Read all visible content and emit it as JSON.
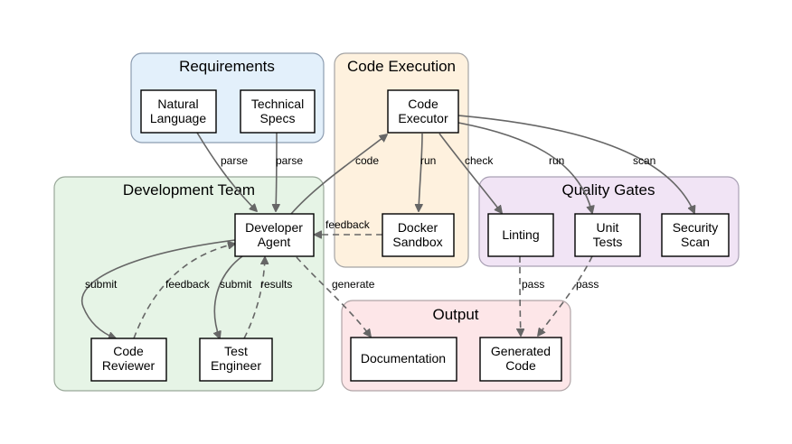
{
  "clusters": [
    {
      "id": "requirements",
      "label": "Requirements",
      "fill": "#e3f0fb"
    },
    {
      "id": "code_execution",
      "label": "Code Execution",
      "fill": "#fef1de"
    },
    {
      "id": "development_team",
      "label": "Development Team",
      "fill": "#e6f4e6"
    },
    {
      "id": "quality_gates",
      "label": "Quality Gates",
      "fill": "#f1e4f5"
    },
    {
      "id": "output",
      "label": "Output",
      "fill": "#fde6e8"
    }
  ],
  "nodes": {
    "natural_language": {
      "line1": "Natural",
      "line2": "Language"
    },
    "technical_specs": {
      "line1": "Technical",
      "line2": "Specs"
    },
    "code_executor": {
      "line1": "Code",
      "line2": "Executor"
    },
    "docker_sandbox": {
      "line1": "Docker",
      "line2": "Sandbox"
    },
    "developer_agent": {
      "line1": "Developer",
      "line2": "Agent"
    },
    "code_reviewer": {
      "line1": "Code",
      "line2": "Reviewer"
    },
    "test_engineer": {
      "line1": "Test",
      "line2": "Engineer"
    },
    "linting": {
      "line1": "Linting"
    },
    "unit_tests": {
      "line1": "Unit",
      "line2": "Tests"
    },
    "security_scan": {
      "line1": "Security",
      "line2": "Scan"
    },
    "documentation": {
      "line1": "Documentation"
    },
    "generated_code": {
      "line1": "Generated",
      "line2": "Code"
    }
  },
  "edges": [
    {
      "from": "Natural Language",
      "to": "Developer Agent",
      "label": "parse",
      "style": "solid"
    },
    {
      "from": "Technical Specs",
      "to": "Developer Agent",
      "label": "parse",
      "style": "solid"
    },
    {
      "from": "Developer Agent",
      "to": "Code Executor",
      "label": "code",
      "style": "solid"
    },
    {
      "from": "Code Executor",
      "to": "Docker Sandbox",
      "label": "run",
      "style": "solid"
    },
    {
      "from": "Code Executor",
      "to": "Linting",
      "label": "check",
      "style": "solid"
    },
    {
      "from": "Code Executor",
      "to": "Unit Tests",
      "label": "run",
      "style": "solid"
    },
    {
      "from": "Code Executor",
      "to": "Security Scan",
      "label": "scan",
      "style": "solid"
    },
    {
      "from": "Docker Sandbox",
      "to": "Developer Agent",
      "label": "feedback",
      "style": "dashed"
    },
    {
      "from": "Developer Agent",
      "to": "Code Reviewer",
      "label": "submit",
      "style": "solid"
    },
    {
      "from": "Code Reviewer",
      "to": "Developer Agent",
      "label": "feedback",
      "style": "dashed"
    },
    {
      "from": "Developer Agent",
      "to": "Test Engineer",
      "label": "submit",
      "style": "solid"
    },
    {
      "from": "Test Engineer",
      "to": "Developer Agent",
      "label": "results",
      "style": "dashed"
    },
    {
      "from": "Developer Agent",
      "to": "Documentation",
      "label": "generate",
      "style": "dashed"
    },
    {
      "from": "Linting",
      "to": "Generated Code",
      "label": "pass",
      "style": "dashed"
    },
    {
      "from": "Unit Tests",
      "to": "Generated Code",
      "label": "pass",
      "style": "dashed"
    }
  ]
}
